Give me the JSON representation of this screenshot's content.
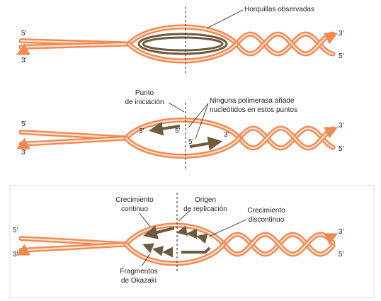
{
  "panels": [
    {
      "ends": {
        "top_left": "5'",
        "top_right": "3'",
        "bottom_left": "3'",
        "bottom_right": "5'"
      },
      "labels": {
        "forks": "Horquillas observadas"
      }
    },
    {
      "ends": {
        "top_left": "5'",
        "top_right": "3'",
        "bottom_left": "3'",
        "bottom_right": "5'"
      },
      "labels": {
        "start_line1": "Punto",
        "start_line2": "de iniciación",
        "no_pol_line1": "Ninguna polimerasa añade",
        "no_pol_line2": "nucleótidos en estos puntos"
      },
      "strand_ends": {
        "upper_left": "3'",
        "upper_right": "5'",
        "lower_left": "5'",
        "lower_right": "3'"
      }
    },
    {
      "ends": {
        "top_left": "5'",
        "top_right": "3'",
        "bottom_left": "3'",
        "bottom_right": "5'"
      },
      "labels": {
        "continuous_line1": "Crecimiento",
        "continuous_line2": "continuo",
        "origin_line1": "Origen",
        "origin_line2": "de replicación",
        "discontinuous_line1": "Crecimiento",
        "discontinuous_line2": "discontinuo",
        "okazaki_line1": "Fragmentos",
        "okazaki_line2": "de Okazaki"
      }
    }
  ],
  "colors": {
    "dna": "#f08a52",
    "dna_light": "#fde3d2",
    "new_strand": "#6e5a3c",
    "ink": "#222222"
  }
}
